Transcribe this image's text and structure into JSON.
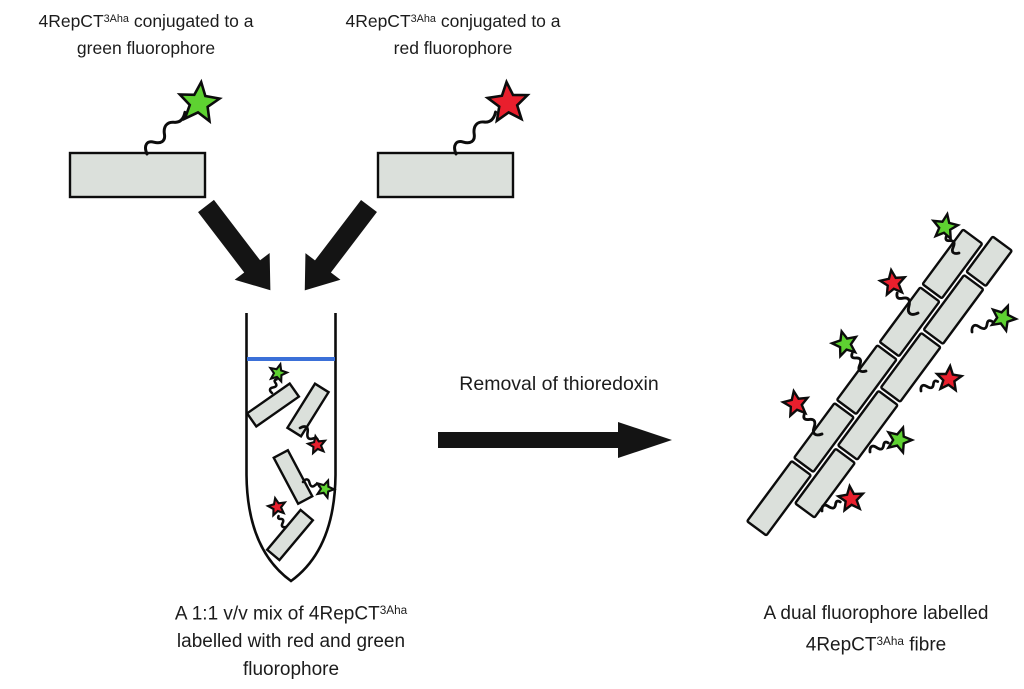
{
  "colors": {
    "green": "#5ed231",
    "red": "#e91f2d",
    "blue": "#3b70d8",
    "brick": "#dbe0db"
  },
  "labels": {
    "top_green": {
      "pre": "4RepCT",
      "sup": "3Aha",
      "post": " conjugated to a",
      "line2": "green fluorophore"
    },
    "top_red": {
      "pre": "4RepCT",
      "sup": "3Aha",
      "post": " conjugated to a",
      "line2": "red fluorophore"
    },
    "process": "Removal of thioredoxin",
    "mix": {
      "pre": "A 1:1 v/v mix of 4RepCT",
      "sup": "3Aha",
      "line2": "labelled with red and green",
      "line3": "fluorophore"
    },
    "fibre": {
      "line1": "A dual fluorophore labelled",
      "pre": "4RepCT",
      "sup": "3Aha",
      "post": " fibre"
    }
  }
}
